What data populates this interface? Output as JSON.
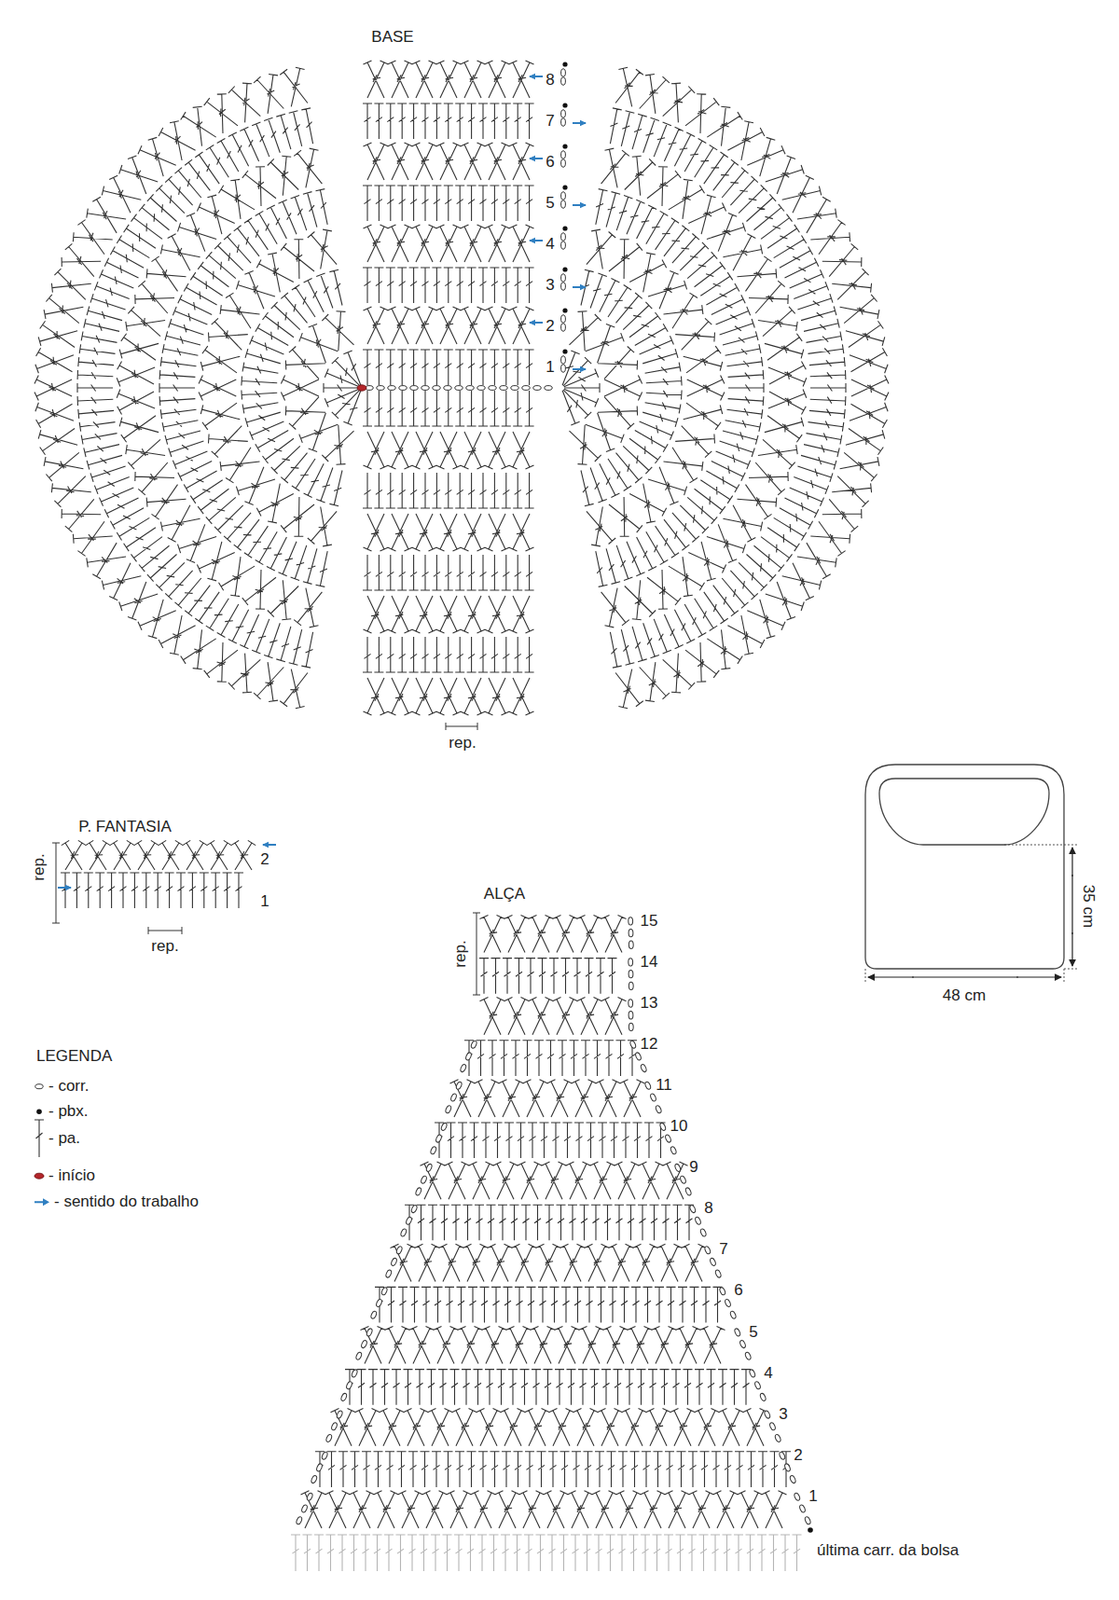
{
  "diagram": {
    "labels": [
      "BASE",
      "8",
      "7",
      "6",
      "5",
      "4",
      "3",
      "2",
      "1",
      "rep.",
      "P. FANTASIA",
      "2",
      "1",
      "rep.",
      "rep.",
      "ALÇA",
      "35 cm",
      "48 cm",
      "LEGENDA",
      "15",
      "14",
      "13",
      "12",
      "11",
      "10",
      "9",
      "8",
      "7",
      "6",
      "5",
      "4",
      "3",
      "2",
      "1",
      "rep.",
      "última carr. da bolsa"
    ],
    "legend": [
      {
        "text": "- corr."
      },
      {
        "text": "- pbx."
      },
      {
        "text": "- pa."
      },
      {
        "text": "- início"
      },
      {
        "text": "- sentido do trabalho"
      }
    ]
  }
}
